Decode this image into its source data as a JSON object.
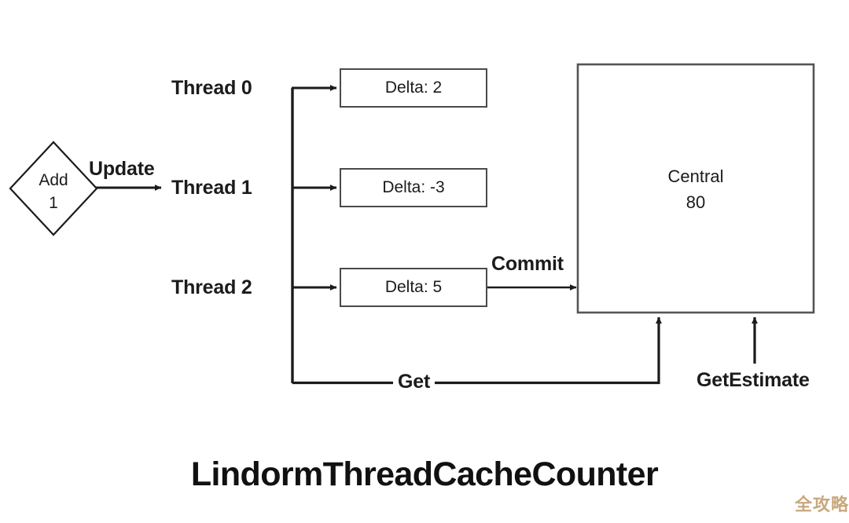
{
  "diagram": {
    "title": "LindormThreadCacheCounter",
    "source_node": {
      "name": "add-node",
      "line1": "Add",
      "line2": "1",
      "shape": "diamond"
    },
    "edges": {
      "update": "Update",
      "commit": "Commit",
      "get": "Get",
      "get_estimate": "GetEstimate"
    },
    "threads": [
      {
        "label": "Thread 0",
        "delta": "Delta: 2"
      },
      {
        "label": "Thread 1",
        "delta": "Delta: -3"
      },
      {
        "label": "Thread 2",
        "delta": "Delta: 5"
      }
    ],
    "central": {
      "name": "Central",
      "value": "80"
    }
  },
  "watermark": {
    "text": "全攻略",
    "color": "#c8a87d"
  },
  "colors": {
    "stroke": "#1b1b1b",
    "box_stroke": "#555555",
    "background": "#ffffff",
    "text": "#111111"
  }
}
